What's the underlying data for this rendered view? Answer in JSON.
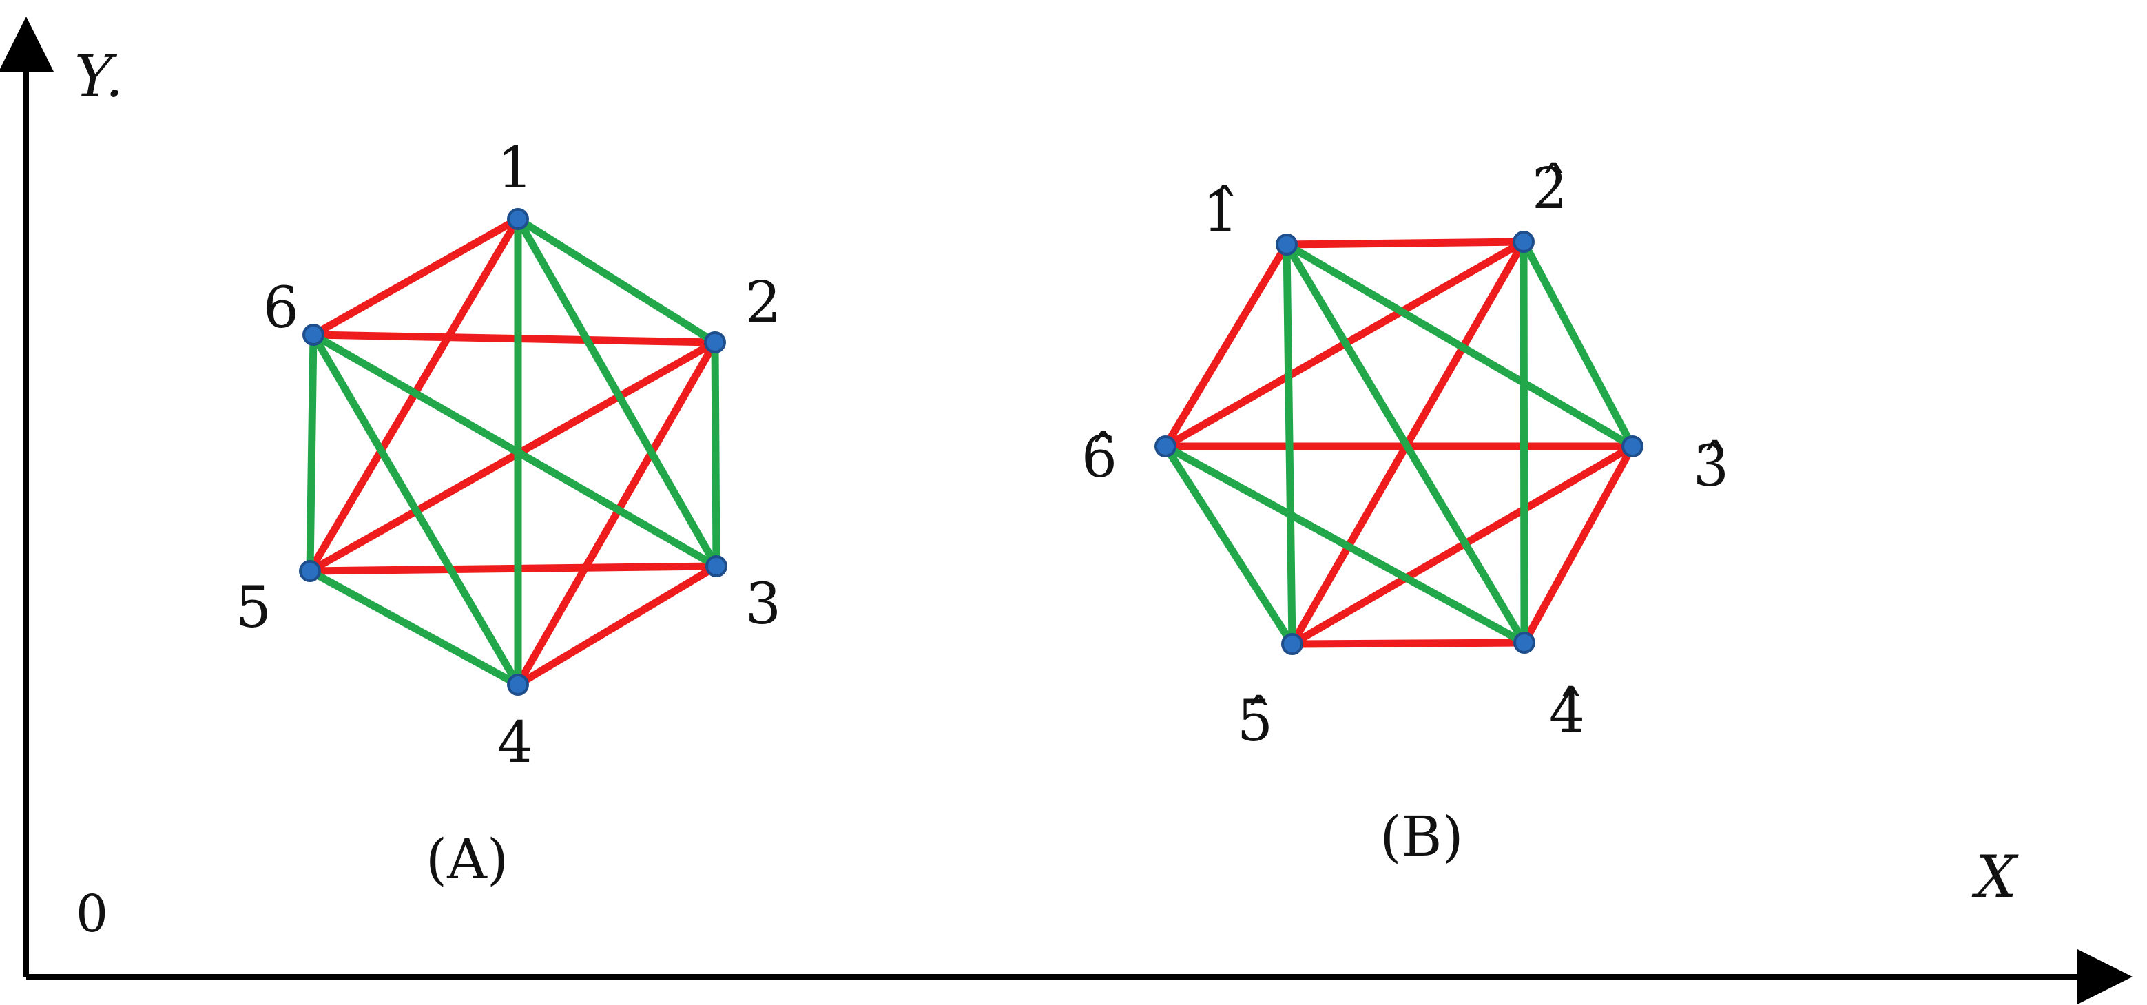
{
  "axes": {
    "y_label": "Y.",
    "x_label": "X",
    "origin_label": "0",
    "color": "#000000"
  },
  "colors": {
    "red_edge": "#ee1c1c",
    "green_edge": "#22a84a",
    "node_fill": "#2a6fc0",
    "node_stroke": "#1f4e8c"
  },
  "graphs": [
    {
      "id": "A",
      "caption": "(A)",
      "nodes": [
        {
          "id": "1",
          "label": "1"
        },
        {
          "id": "2",
          "label": "2"
        },
        {
          "id": "3",
          "label": "3"
        },
        {
          "id": "4",
          "label": "4"
        },
        {
          "id": "5",
          "label": "5"
        },
        {
          "id": "6",
          "label": "6"
        }
      ],
      "edges": [
        {
          "from": "1",
          "to": "6",
          "color": "red"
        },
        {
          "from": "1",
          "to": "5",
          "color": "red"
        },
        {
          "from": "6",
          "to": "2",
          "color": "red"
        },
        {
          "from": "2",
          "to": "5",
          "color": "red"
        },
        {
          "from": "2",
          "to": "4",
          "color": "red"
        },
        {
          "from": "5",
          "to": "3",
          "color": "red"
        },
        {
          "from": "3",
          "to": "4",
          "color": "red"
        },
        {
          "from": "1",
          "to": "2",
          "color": "green"
        },
        {
          "from": "1",
          "to": "4",
          "color": "green"
        },
        {
          "from": "1",
          "to": "3",
          "color": "green"
        },
        {
          "from": "2",
          "to": "3",
          "color": "green"
        },
        {
          "from": "6",
          "to": "5",
          "color": "green"
        },
        {
          "from": "6",
          "to": "4",
          "color": "green"
        },
        {
          "from": "6",
          "to": "3",
          "color": "green"
        },
        {
          "from": "5",
          "to": "4",
          "color": "green"
        }
      ]
    },
    {
      "id": "B",
      "caption": "(B)",
      "nodes": [
        {
          "id": "1",
          "label": "1̂"
        },
        {
          "id": "2",
          "label": "2̂"
        },
        {
          "id": "3",
          "label": "3̂"
        },
        {
          "id": "4",
          "label": "4̂"
        },
        {
          "id": "5",
          "label": "5̂"
        },
        {
          "id": "6",
          "label": "6̂"
        }
      ],
      "edges": [
        {
          "from": "1",
          "to": "2",
          "color": "red"
        },
        {
          "from": "1",
          "to": "6",
          "color": "red"
        },
        {
          "from": "6",
          "to": "2",
          "color": "red"
        },
        {
          "from": "6",
          "to": "3",
          "color": "red"
        },
        {
          "from": "2",
          "to": "5",
          "color": "red"
        },
        {
          "from": "5",
          "to": "3",
          "color": "red"
        },
        {
          "from": "5",
          "to": "4",
          "color": "red"
        },
        {
          "from": "3",
          "to": "4",
          "color": "red"
        },
        {
          "from": "1",
          "to": "3",
          "color": "green"
        },
        {
          "from": "1",
          "to": "5",
          "color": "green"
        },
        {
          "from": "1",
          "to": "4",
          "color": "green"
        },
        {
          "from": "2",
          "to": "3",
          "color": "green"
        },
        {
          "from": "2",
          "to": "4",
          "color": "green"
        },
        {
          "from": "6",
          "to": "5",
          "color": "green"
        },
        {
          "from": "6",
          "to": "4",
          "color": "green"
        }
      ]
    }
  ]
}
